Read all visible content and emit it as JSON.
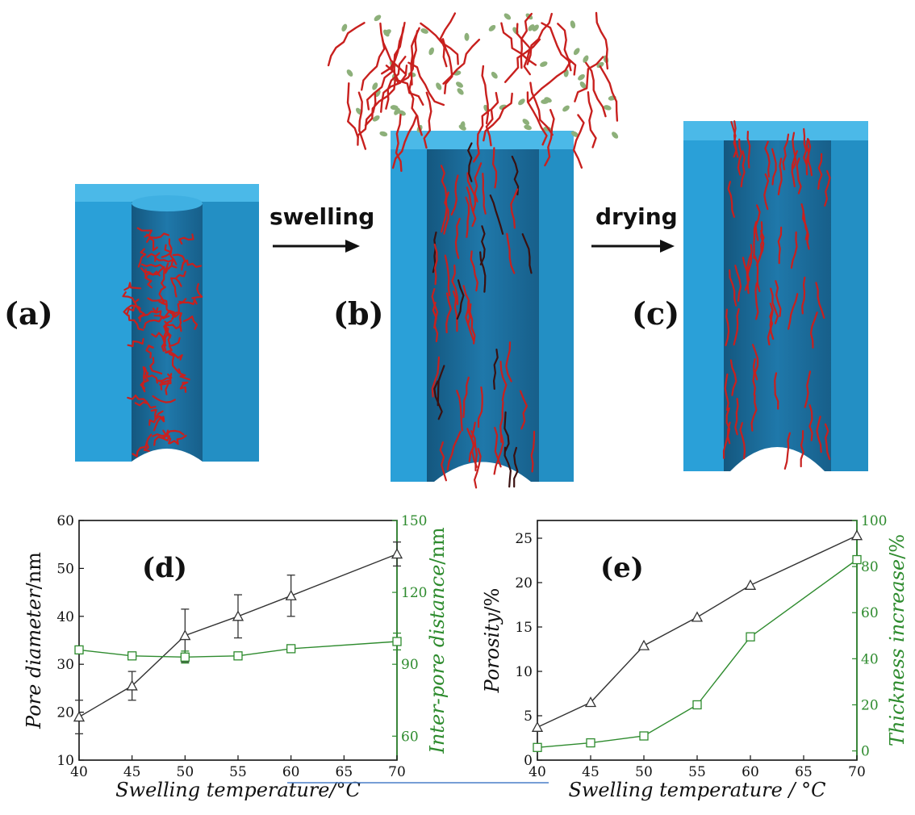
{
  "illustration": {
    "panels": [
      {
        "label": "(a)"
      },
      {
        "label": "(b)"
      },
      {
        "label": "(c)"
      }
    ],
    "arrows": [
      {
        "label": "swelling"
      },
      {
        "label": "drying"
      }
    ],
    "colors": {
      "template": "#2a9fd6",
      "template_dark": "#1a78aa",
      "template_top": "#49b8e8",
      "pore": "#1d6fa0",
      "polymer": "#c8201e",
      "solvent": "#8db07a"
    }
  },
  "chart_data": [
    {
      "type": "line",
      "panel_label": "(d)",
      "xlabel": "Swelling temperature/°C",
      "xlim": [
        40,
        70
      ],
      "xticks": [
        40,
        45,
        50,
        55,
        60,
        65,
        70
      ],
      "ylabel_left": "Pore diameter/nm",
      "ylabel_left_italic": "Pore diameter",
      "ylabel_left_unit": "/nm",
      "ylim_left": [
        10,
        60
      ],
      "yticks_left": [
        10,
        20,
        30,
        40,
        50,
        60
      ],
      "ylabel_right": "Inter-pore distance/nm",
      "ylabel_right_italic": "Inter-pore distance",
      "ylabel_right_unit": "/nm",
      "ylim_right": [
        50,
        150
      ],
      "yticks_right": [
        60,
        90,
        120,
        150
      ],
      "series": [
        {
          "axis": "left",
          "marker": "triangle",
          "color": "#333333",
          "x": [
            40,
            45,
            50,
            55,
            60,
            70
          ],
          "y": [
            19,
            25.5,
            36,
            40,
            44.3,
            53
          ],
          "err": [
            3.5,
            3,
            5.5,
            4.5,
            4.3,
            2.5
          ]
        },
        {
          "axis": "right",
          "marker": "square",
          "color": "#2e8b2e",
          "x": [
            40,
            45,
            50,
            55,
            60,
            70
          ],
          "y": [
            96,
            93.5,
            93,
            93.5,
            96.5,
            99.5
          ],
          "err": [
            0.8,
            1.2,
            2.5,
            1.2,
            1.5,
            3.5
          ]
        }
      ]
    },
    {
      "type": "line",
      "panel_label": "(e)",
      "xlabel": "Swelling temperature / °C",
      "xlim": [
        40,
        70
      ],
      "xticks": [
        40,
        45,
        50,
        55,
        60,
        65,
        70
      ],
      "ylabel_left": "Porosity/%",
      "ylabel_left_italic": "Porosity",
      "ylabel_left_unit": "/%",
      "ylim_left": [
        0,
        27
      ],
      "yticks_left": [
        0,
        5,
        10,
        15,
        20,
        25
      ],
      "ylabel_right": "Thickness increase/%",
      "ylabel_right_italic": "Thickness increase",
      "ylabel_right_unit": "/%",
      "ylim_right": [
        -4,
        100
      ],
      "yticks_right": [
        0,
        20,
        40,
        60,
        80,
        100
      ],
      "series": [
        {
          "axis": "left",
          "marker": "triangle",
          "color": "#333333",
          "x": [
            40,
            45,
            50,
            55,
            60,
            70
          ],
          "y": [
            3.7,
            6.5,
            12.9,
            16.1,
            19.7,
            25.3
          ]
        },
        {
          "axis": "right",
          "marker": "square",
          "color": "#2e8b2e",
          "x": [
            40,
            45,
            50,
            55,
            60,
            70
          ],
          "y": [
            1.5,
            3.5,
            6.5,
            20,
            49.5,
            83
          ]
        }
      ]
    }
  ]
}
